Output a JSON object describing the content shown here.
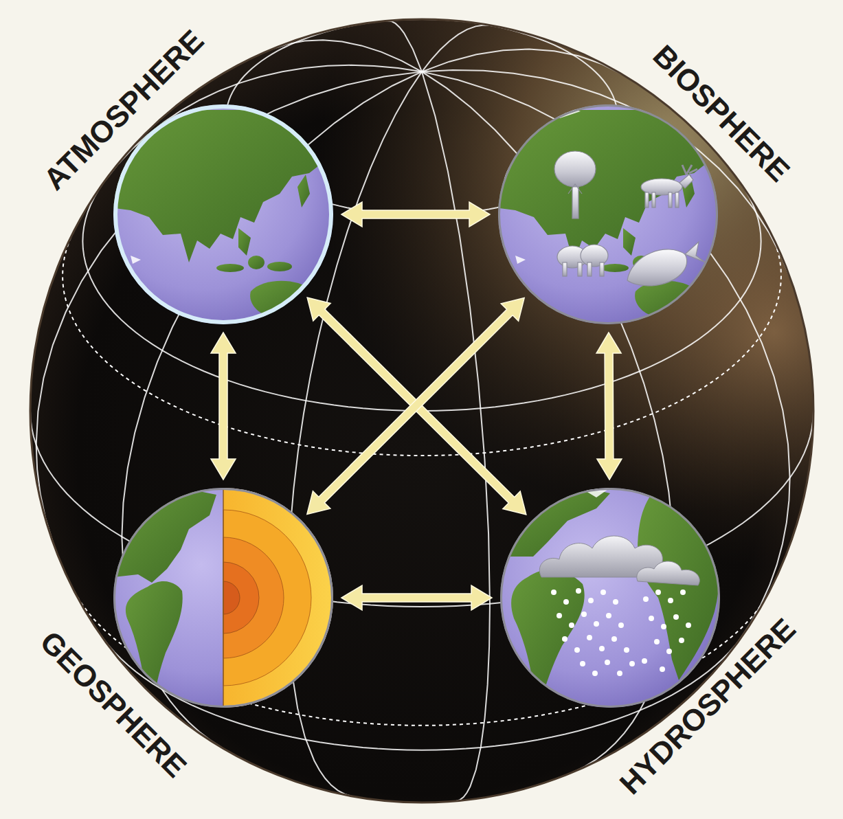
{
  "diagram": {
    "nodes": [
      {
        "text": [
          "ATMOSPHERE"
        ]
      },
      {
        "text": [
          "BIOSPHERE"
        ]
      },
      {
        "text": [
          "GEOSPHERE"
        ]
      },
      {
        "text": [
          "HYDROSPHERE"
        ]
      }
    ],
    "edges": [
      {
        "from": 0,
        "to": 1,
        "arrow": "both"
      },
      {
        "from": 0,
        "to": 2,
        "arrow": "both"
      },
      {
        "from": 1,
        "to": 3,
        "arrow": "both"
      },
      {
        "from": 2,
        "to": 3,
        "arrow": "both"
      },
      {
        "from": 0,
        "to": 3,
        "arrow": "both"
      },
      {
        "from": 1,
        "to": 2,
        "arrow": "both"
      }
    ]
  }
}
